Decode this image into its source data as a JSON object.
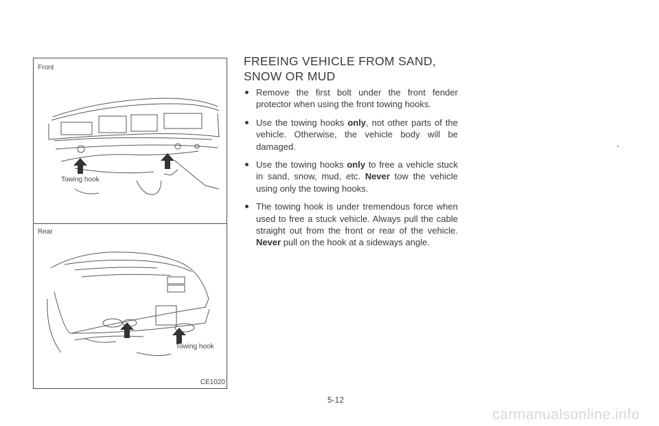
{
  "figure": {
    "front_label": "Front",
    "rear_label": "Rear",
    "front_towing_label": "Towing hook",
    "rear_towing_label": "Towing hook",
    "code": "CE1020"
  },
  "section": {
    "title_line1": "FREEING VEHICLE FROM SAND,",
    "title_line2": "SNOW OR MUD",
    "bullets": [
      {
        "segments": [
          {
            "text": "Remove the first bolt under the front fender protector when using the front towing hooks.",
            "bold": false
          }
        ]
      },
      {
        "segments": [
          {
            "text": "Use the towing hooks ",
            "bold": false
          },
          {
            "text": "only",
            "bold": true
          },
          {
            "text": ", not other parts of the vehicle. Otherwise, the vehicle body will be damaged.",
            "bold": false
          }
        ]
      },
      {
        "segments": [
          {
            "text": "Use the towing hooks ",
            "bold": false
          },
          {
            "text": "only",
            "bold": true
          },
          {
            "text": " to free a vehicle stuck in sand, snow, mud, etc. ",
            "bold": false
          },
          {
            "text": "Never",
            "bold": true
          },
          {
            "text": " tow the vehicle using only the towing hooks.",
            "bold": false
          }
        ]
      },
      {
        "segments": [
          {
            "text": "The towing hook is under tremendous force when used to free a stuck vehicle. Always pull the cable straight out from the front or rear of the vehicle. ",
            "bold": false
          },
          {
            "text": "Never",
            "bold": true
          },
          {
            "text": " pull on the hook at a sideways angle.",
            "bold": false
          }
        ]
      }
    ]
  },
  "page_number": "5-12",
  "watermark": "carmanualsonline.info"
}
